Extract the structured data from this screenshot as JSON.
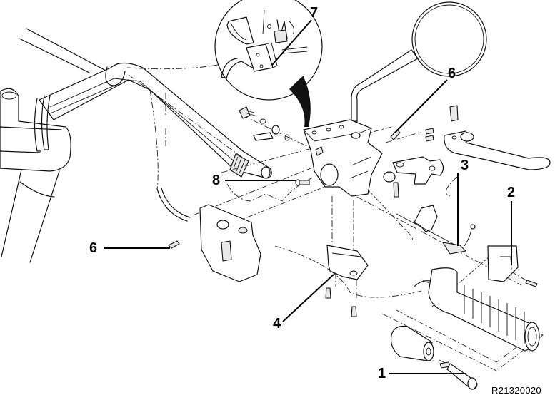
{
  "figure": {
    "title": "Handlebar assembly, right-hand controls (exploded view)",
    "reference_code": "R21320020",
    "colors": {
      "line": "#111111",
      "background": "#ffffff",
      "shade": "#e9e9e9"
    }
  },
  "callouts": [
    {
      "id": "1",
      "label": "1",
      "part": "bar-end-screw"
    },
    {
      "id": "2",
      "label": "2",
      "part": "throttle-cable-bracket"
    },
    {
      "id": "3",
      "label": "3",
      "part": "throttle-cable"
    },
    {
      "id": "4",
      "label": "4",
      "part": "switch-housing-lower-shell"
    },
    {
      "id": "6a",
      "label": "6",
      "part": "mirror-screw"
    },
    {
      "id": "6b",
      "label": "6",
      "part": "left-switch-screw"
    },
    {
      "id": "7",
      "label": "7",
      "part": "cable-clip-detail"
    },
    {
      "id": "8",
      "label": "8",
      "part": "clamp-screw"
    }
  ],
  "parts_depicted": [
    "handlebar",
    "fork-tube",
    "cable-ties",
    "mirror",
    "brake-lever",
    "master-cylinder-clamp",
    "switch-housing",
    "throttle-grip",
    "bar-end-weight",
    "left-switch-unit",
    "detail-inset"
  ]
}
